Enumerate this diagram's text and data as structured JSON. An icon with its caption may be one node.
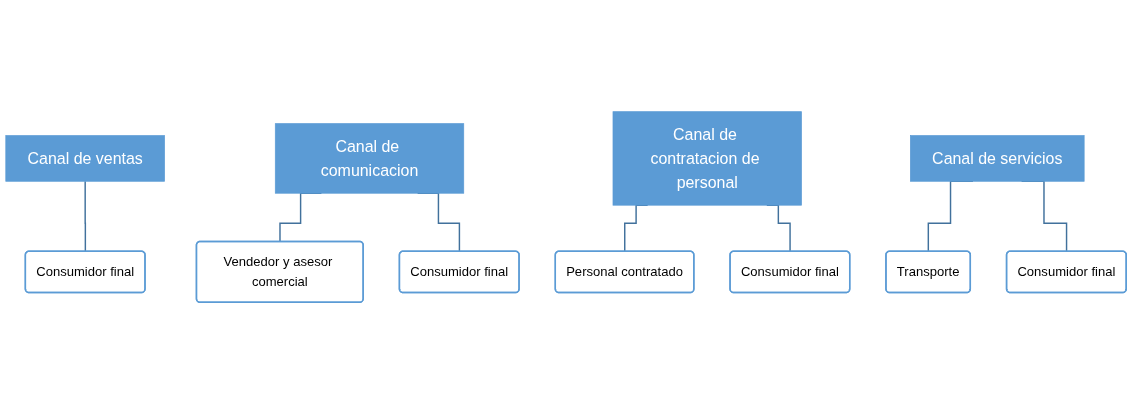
{
  "diagram": {
    "nodes": [
      {
        "text": [
          "Canal de ventas"
        ]
      },
      {
        "text": [
          "Consumidor final"
        ]
      },
      {
        "text": [
          "Canal de comunicacion"
        ]
      },
      {
        "text": [
          "Vendedor y asesor comercial"
        ]
      },
      {
        "text": [
          "Consumidor final"
        ]
      },
      {
        "text": [
          "Canal de contratacion de personal"
        ]
      },
      {
        "text": [
          "Personal contratado"
        ]
      },
      {
        "text": [
          "Consumidor final"
        ]
      },
      {
        "text": [
          "Canal de servicios"
        ]
      },
      {
        "text": [
          "Transporte"
        ]
      },
      {
        "text": [
          "Consumidor final"
        ]
      }
    ],
    "edges": [
      {
        "from": 0,
        "to": 1,
        "arrow": "none"
      },
      {
        "from": 2,
        "to": 3,
        "arrow": "none"
      },
      {
        "from": 2,
        "to": 4,
        "arrow": "none"
      },
      {
        "from": 5,
        "to": 6,
        "arrow": "none"
      },
      {
        "from": 5,
        "to": 7,
        "arrow": "none"
      },
      {
        "from": 8,
        "to": 9,
        "arrow": "none"
      },
      {
        "from": 8,
        "to": 10,
        "arrow": "none"
      }
    ]
  }
}
